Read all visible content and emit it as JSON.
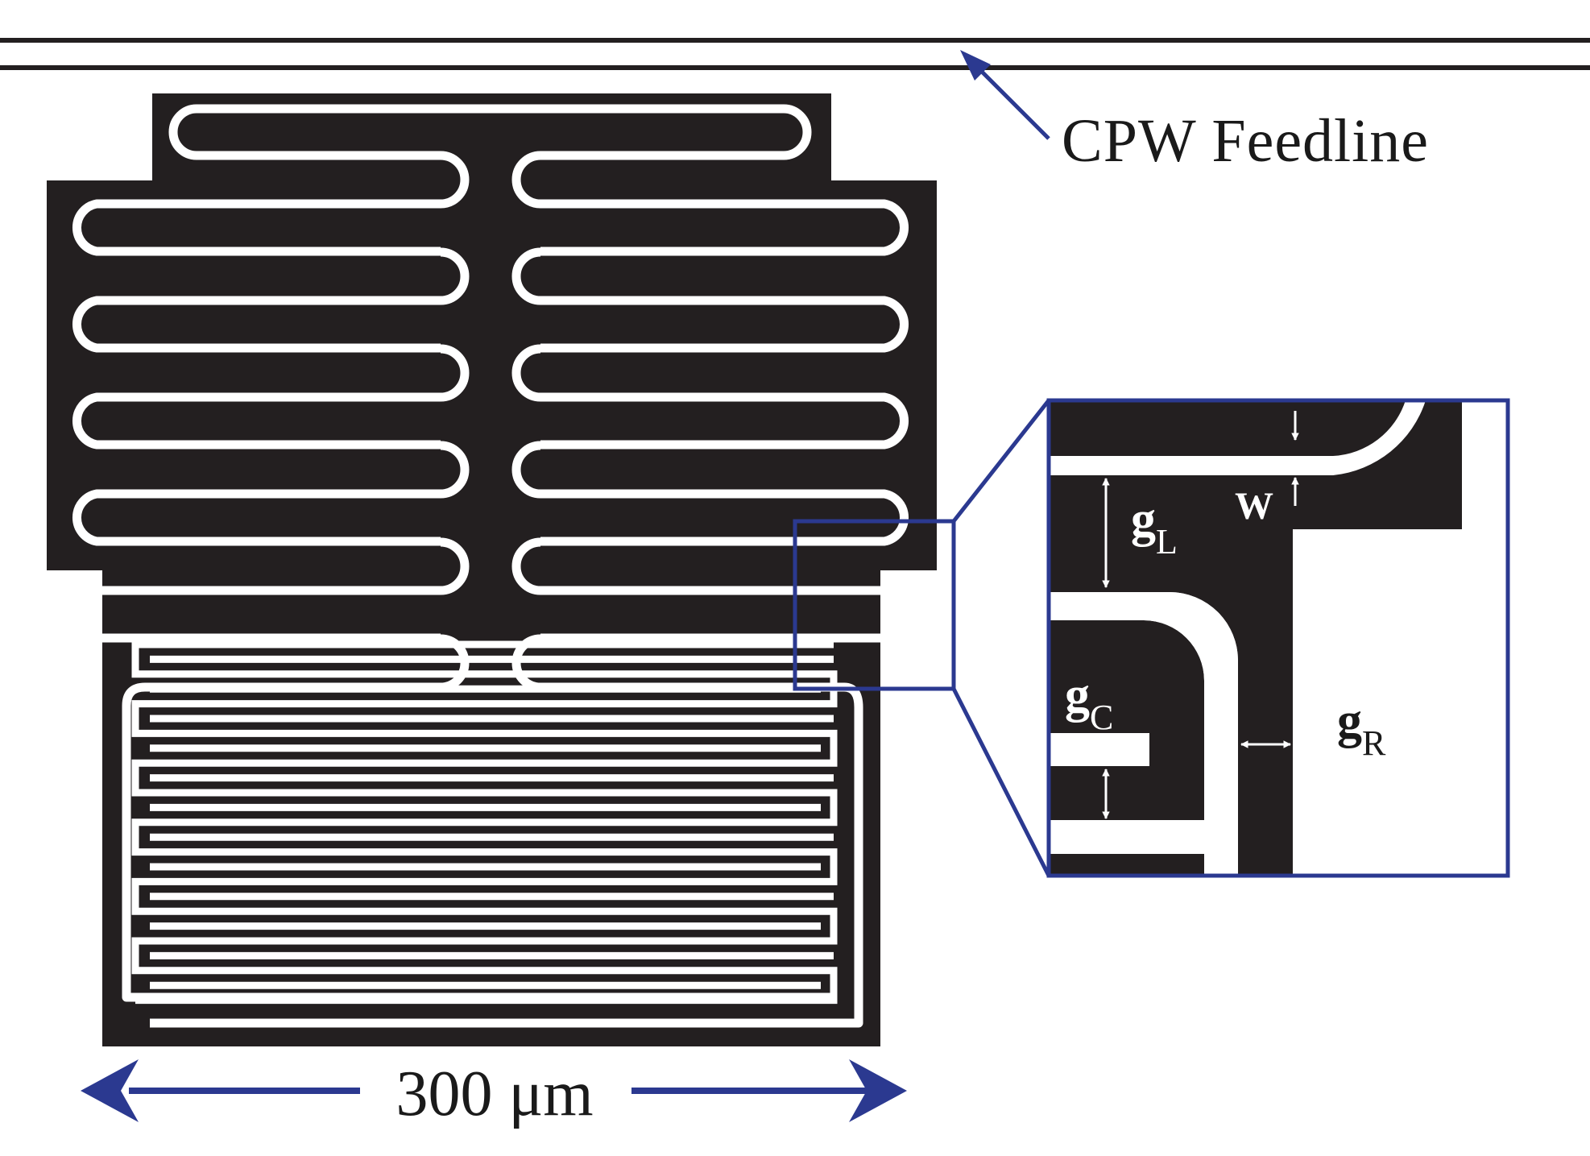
{
  "feedline_label": "CPW Feedline",
  "scale_label": "300 μm",
  "inset_labels": {
    "gL": {
      "main": "g",
      "sub": "L"
    },
    "gC": {
      "main": "g",
      "sub": "C"
    },
    "gR": {
      "main": "g",
      "sub": "R"
    },
    "w": "W"
  },
  "colors": {
    "metal": "#231f20",
    "gap": "#ffffff",
    "accent": "#2b3990",
    "text": "#1a1a1a"
  },
  "structure": {
    "capacitor_finger_rows": 6,
    "inductor_meander_runs": 13
  }
}
